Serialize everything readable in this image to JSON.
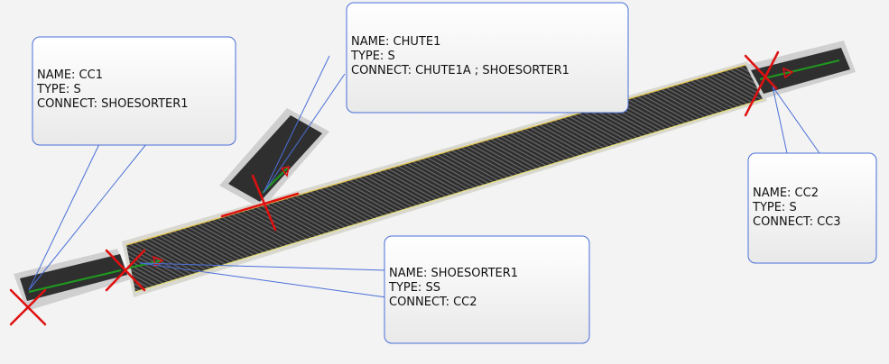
{
  "scene": {
    "background_color": "#f3f3f3",
    "conveyor_color": "#2e2e2e",
    "rail_color": "#cfcfcf",
    "direction_arrow_color": "#1f9a1f",
    "marker_color": "#e01010",
    "leader_line_color": "#4a6fd8",
    "callout_fill": "#ffffff"
  },
  "callouts": {
    "chute1": {
      "name": "NAME: CHUTE1",
      "type": "TYPE: S",
      "connect": "CONNECT: CHUTE1A ; SHOESORTER1"
    },
    "cc1": {
      "name": "NAME: CC1",
      "type": "TYPE: S",
      "connect": "CONNECT: SHOESORTER1"
    },
    "shoesorter1": {
      "name": "NAME: SHOESORTER1",
      "type": "TYPE: SS",
      "connect": "CONNECT: CC2"
    },
    "cc2": {
      "name": "NAME: CC2",
      "type": "TYPE: S",
      "connect": "CONNECT: CC3"
    }
  }
}
